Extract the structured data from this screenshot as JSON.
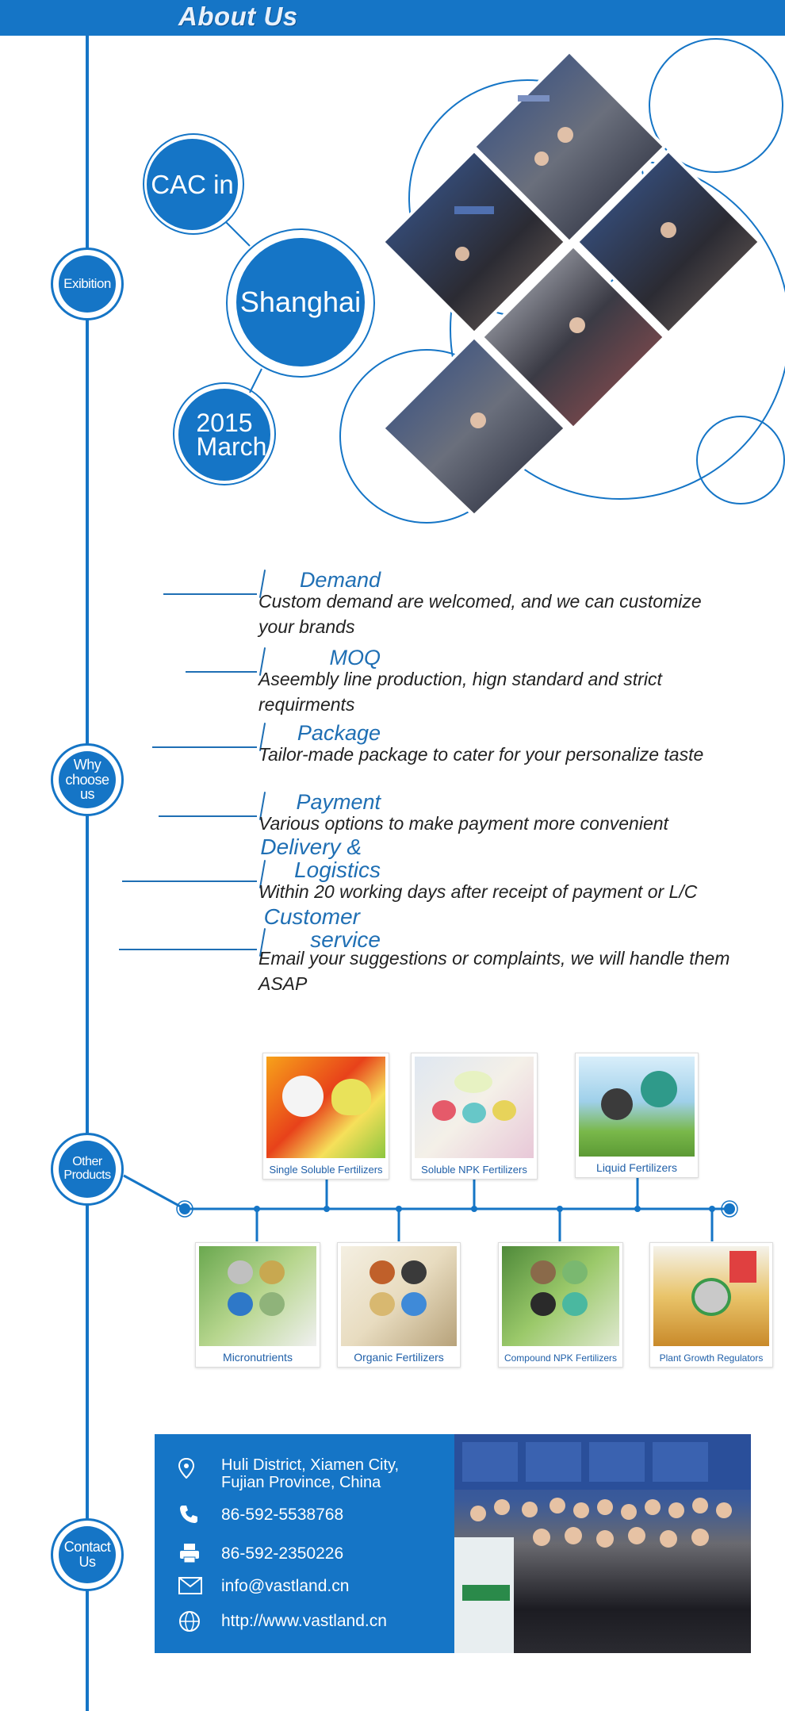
{
  "header": {
    "title": "About Us"
  },
  "timeline_nodes": {
    "exhibition": "Exibition",
    "why_choose_us": [
      "Why",
      "choose",
      "us"
    ],
    "other_products": [
      "Other",
      "Products"
    ],
    "contact_us": [
      "Contact",
      "Us"
    ]
  },
  "exhibition": {
    "bubble_1": "CAC in",
    "bubble_2": "Shanghai",
    "bubble_3_line1": "2015",
    "bubble_3_line2": "March"
  },
  "why_choose_us": [
    {
      "label": [
        "Demand"
      ],
      "desc": "Custom demand are welcomed, and we can customize your brands"
    },
    {
      "label": [
        "MOQ"
      ],
      "desc": "Aseembly line production, hign standard and strict requirments"
    },
    {
      "label": [
        "Package"
      ],
      "desc": "Tailor-made package to cater for your personalize taste"
    },
    {
      "label": [
        "Payment"
      ],
      "desc": "Various options to make payment more convenient"
    },
    {
      "label": [
        "Delivery &",
        "Logistics"
      ],
      "desc": "Within 20 working days after receipt of payment or L/C"
    },
    {
      "label": [
        "Customer",
        "service"
      ],
      "desc": "Email your suggestions or complaints, we will handle them ASAP"
    }
  ],
  "products": {
    "top": [
      "Single Soluble Fertilizers",
      "Soluble NPK Fertilizers",
      "Liquid Fertilizers"
    ],
    "bottom": [
      "Micronutrients",
      "Organic Fertilizers",
      "Compound NPK Fertilizers",
      "Plant Growth Regulators"
    ]
  },
  "contact": {
    "address_line1": "Huli District, Xiamen City,",
    "address_line2": "Fujian Province, China",
    "phone": "86-592-5538768",
    "fax": "86-592-2350226",
    "email": "info@vastland.cn",
    "website": "http://www.vastland.cn"
  },
  "icons": [
    "location-icon",
    "phone-icon",
    "fax-icon",
    "mail-icon",
    "globe-icon"
  ],
  "colors": {
    "brand_blue": "#1575c6",
    "label_blue": "#1f6fb4"
  }
}
